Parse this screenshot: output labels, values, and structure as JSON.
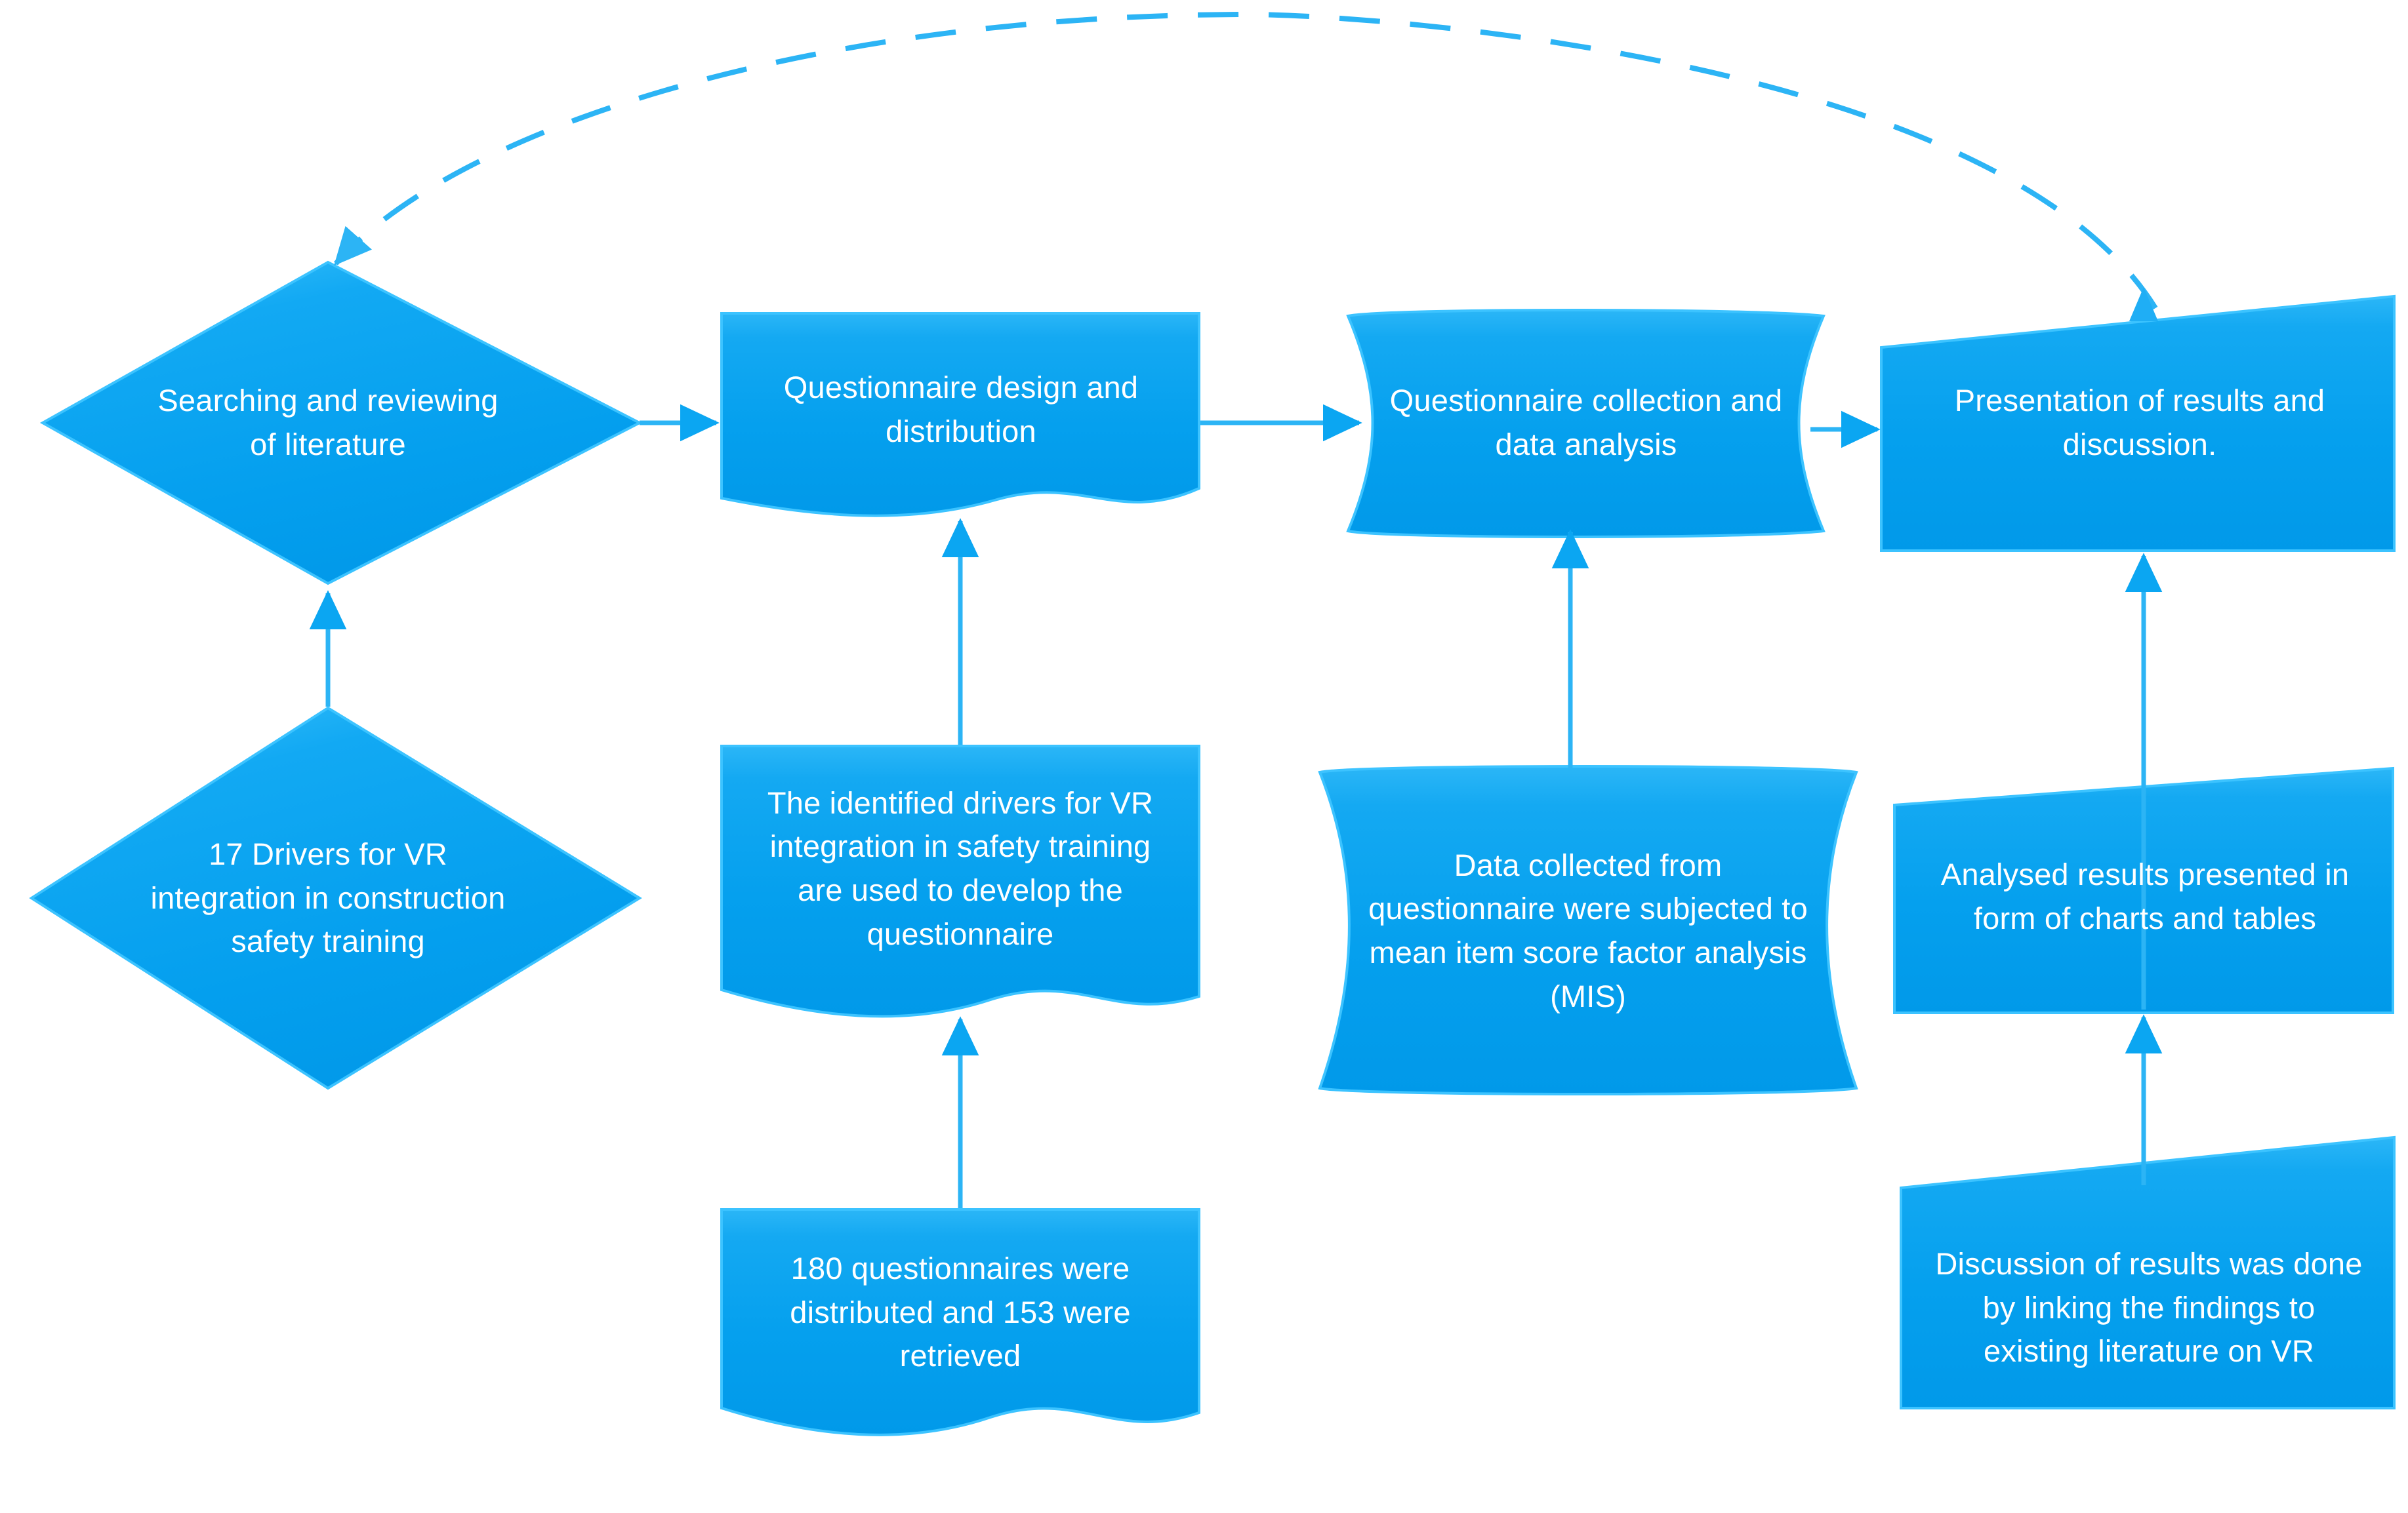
{
  "diagram": {
    "title": "Research methodology flowchart",
    "colors": {
      "node_fill_top": "#19ADF5",
      "node_fill_bottom": "#029BE8",
      "node_stroke": "#3CC3FF",
      "connector": "#2CB4F5",
      "dashed_connector": "#2CB4F5",
      "label_text": "#FFFFFF",
      "background": "#FFFFFF"
    },
    "nodes": [
      {
        "id": "searching-reviewing-literature",
        "shape": "diamond",
        "text": "Searching and reviewing of literature",
        "lines": [
          "Searching and reviewing",
          "of literature"
        ]
      },
      {
        "id": "drivers-vr-integration",
        "shape": "diamond",
        "text": "17 Drivers for VR integration in construction safety training",
        "lines": [
          "17 Drivers for VR",
          "integration in construction",
          "safety training"
        ]
      },
      {
        "id": "questionnaire-design-distribution",
        "shape": "document",
        "text": "Questionnaire design and distribution",
        "lines": [
          "Questionnaire design and",
          "distribution"
        ]
      },
      {
        "id": "identified-drivers-develop-questionnaire",
        "shape": "document",
        "text": "The identified drivers for VR integration in safety training are used to develop the questionnaire",
        "lines": [
          "The identified drivers for VR",
          "integration in safety training",
          "are used to develop the",
          "questionnaire"
        ]
      },
      {
        "id": "questionnaires-distributed-retrieved",
        "shape": "document",
        "text": "180 questionnaires were distributed and 153 were retrieved",
        "lines": [
          "180 questionnaires were",
          "distributed and 153 were",
          "retrieved"
        ]
      },
      {
        "id": "questionnaire-collection-data-analysis",
        "shape": "punched-tape",
        "text": "Questionnaire collection and data analysis",
        "lines": [
          "Questionnaire collection and",
          "data analysis"
        ]
      },
      {
        "id": "data-collected-mis",
        "shape": "punched-tape",
        "text": "Data collected from questionnaire were subjected to mean item score factor analysis (MIS)",
        "lines": [
          "Data collected from",
          "questionnaire were subjected to",
          "mean item score factor analysis",
          "(MIS)"
        ]
      },
      {
        "id": "presentation-results-discussion",
        "shape": "skewed-rectangle",
        "text": "Presentation of results and discussion.",
        "lines": [
          "Presentation of results and",
          "discussion."
        ]
      },
      {
        "id": "analysed-results-charts-tables",
        "shape": "skewed-rectangle",
        "text": "Analysed results presented in form of charts and tables",
        "lines": [
          "Analysed results presented in",
          "form of charts and tables"
        ]
      },
      {
        "id": "discussion-linking-literature",
        "shape": "skewed-rectangle",
        "text": "Discussion of results was done by linking the findings to existing literature on VR",
        "lines": [
          "Discussion of results was done",
          "by linking the findings to",
          "existing literature on VR"
        ]
      }
    ],
    "connectors": [
      {
        "id": "drivers-to-literature",
        "from": "drivers-vr-integration",
        "to": "searching-reviewing-literature",
        "style": "solid",
        "direction": "up"
      },
      {
        "id": "literature-to-design",
        "from": "searching-reviewing-literature",
        "to": "questionnaire-design-distribution",
        "style": "solid",
        "direction": "right"
      },
      {
        "id": "design-to-collection",
        "from": "questionnaire-design-distribution",
        "to": "questionnaire-collection-data-analysis",
        "style": "solid",
        "direction": "right"
      },
      {
        "id": "collection-to-presentation",
        "from": "questionnaire-collection-data-analysis",
        "to": "presentation-results-discussion",
        "style": "solid",
        "direction": "right"
      },
      {
        "id": "identified-drivers-to-design",
        "from": "identified-drivers-develop-questionnaire",
        "to": "questionnaire-design-distribution",
        "style": "solid",
        "direction": "up"
      },
      {
        "id": "retrieved-to-identified-drivers",
        "from": "questionnaires-distributed-retrieved",
        "to": "identified-drivers-develop-questionnaire",
        "style": "solid",
        "direction": "up"
      },
      {
        "id": "mis-to-collection",
        "from": "data-collected-mis",
        "to": "questionnaire-collection-data-analysis",
        "style": "solid",
        "direction": "up"
      },
      {
        "id": "analysed-to-presentation",
        "from": "analysed-results-charts-tables",
        "to": "presentation-results-discussion",
        "style": "solid",
        "direction": "up"
      },
      {
        "id": "discussion-to-analysed",
        "from": "discussion-linking-literature",
        "to": "analysed-results-charts-tables",
        "style": "solid",
        "direction": "up"
      },
      {
        "id": "presentation-back-to-literature",
        "from": "presentation-results-discussion",
        "to": "searching-reviewing-literature",
        "style": "dashed",
        "direction": "arc-both"
      }
    ]
  }
}
